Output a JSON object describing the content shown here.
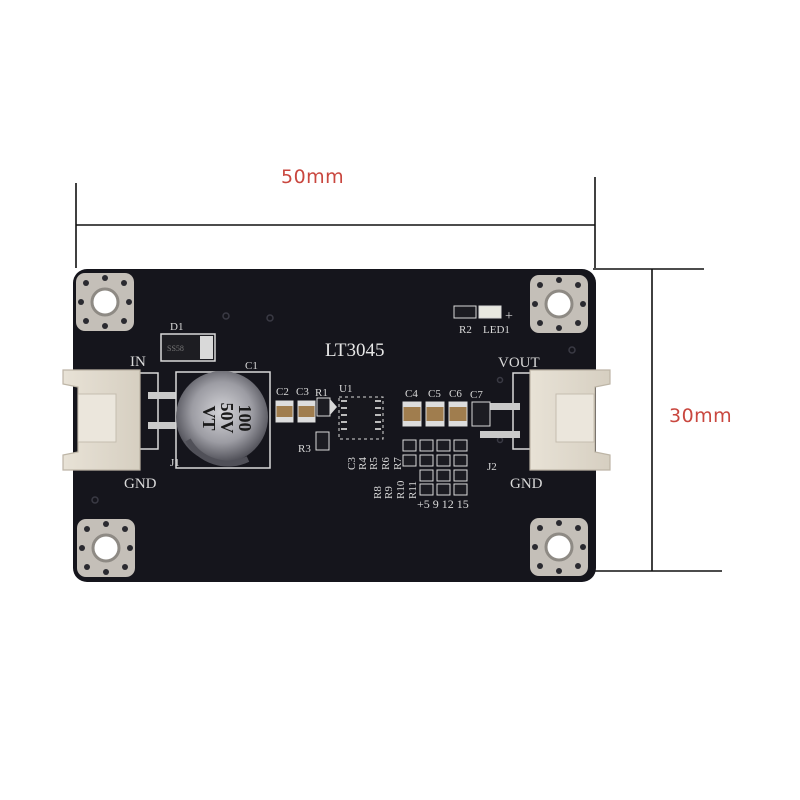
{
  "dimensions": {
    "width_label": "50mm",
    "height_label": "30mm",
    "accent_color": "#c9473f"
  },
  "board": {
    "chip_label": "LT3045",
    "color": "#15151c",
    "silkscreen_color": "#d9d9d9",
    "labels": {
      "in": "IN",
      "gnd_left": "GND",
      "vout": "VOUT",
      "gnd_right": "GND",
      "j1": "J1",
      "j2": "J2",
      "d1": "D1",
      "c1": "C1",
      "c2": "C2",
      "c3": "C3",
      "r1": "R1",
      "u1": "U1",
      "r3": "R3",
      "c4": "C4",
      "c5": "C5",
      "c6": "C6",
      "c7": "C7",
      "r2": "R2",
      "led1": "LED1",
      "plus": "+",
      "bottom_col_c3": "C3",
      "bottom_col_r4": "R4",
      "bottom_col_r5": "R5",
      "bottom_col_r6": "R6",
      "bottom_col_r7": "R7",
      "bottom_col_r8": "R8",
      "bottom_col_r9": "R9",
      "bottom_col_r10": "R10",
      "bottom_col_r11": "R11",
      "voltage_select": "+5 9 12 15"
    },
    "capacitor_text": {
      "line1": "100",
      "line2": "50V",
      "line3": "VT"
    },
    "diode_marking": "SS58"
  }
}
